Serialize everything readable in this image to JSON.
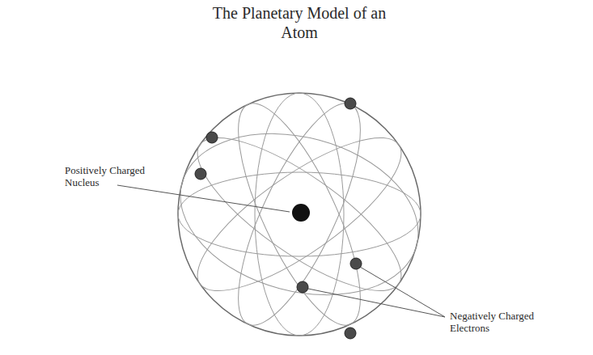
{
  "diagram": {
    "title": "The Planetary Model of an Atom",
    "labels": [
      "Positively Charged Nucleus",
      "Negatively Charged Electrons"
    ]
  }
}
